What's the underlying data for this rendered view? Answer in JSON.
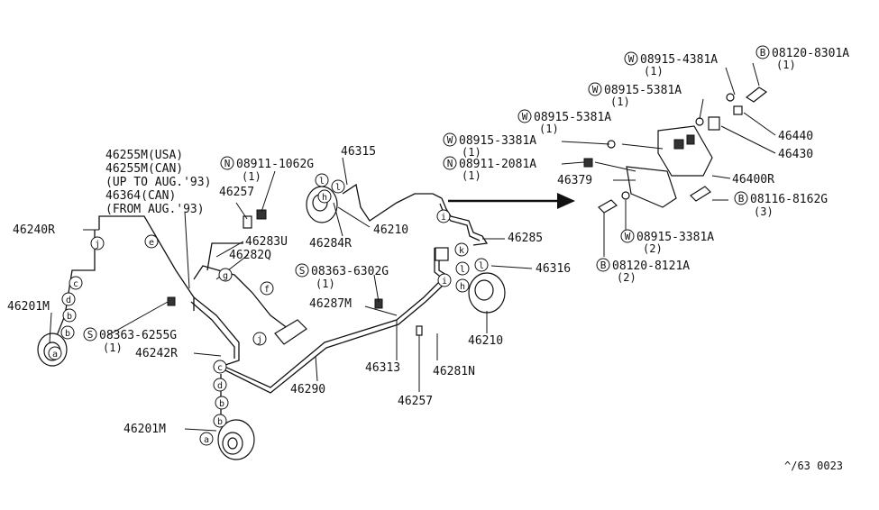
{
  "parts": {
    "p46255M_usa": "46255M(USA)",
    "p46255M_can": "46255M(CAN)",
    "p46255M_can_note": "(UP TO AUG.'93)",
    "p46364_can": "46364(CAN)",
    "p46364_can_note": "(FROM AUG.'93)",
    "p46240R": "46240R",
    "p46201M_top": "46201M",
    "p46201M_bottom": "46201M",
    "p46257_top": "46257",
    "p46257_bottom": "46257",
    "p46283U": "46283U",
    "p46282Q": "46282Q",
    "p46242R": "46242R",
    "p46315": "46315",
    "p46284R": "46284R",
    "p46210_top": "46210",
    "p46210_right": "46210",
    "p46285": "46285",
    "p46316": "46316",
    "p46287M": "46287M",
    "p46290": "46290",
    "p46313": "46313",
    "p46281N": "46281N",
    "p46379": "46379",
    "p46400R": "46400R",
    "p46440": "46440",
    "p46430": "46430"
  },
  "fasteners": {
    "n_08911_1062G": {
      "prefix": "N",
      "number": "08911-1062G",
      "qty": "(1)"
    },
    "s_08363_6255G": {
      "prefix": "S",
      "number": "08363-6255G",
      "qty": "(1)"
    },
    "s_08363_6302G": {
      "prefix": "S",
      "number": "08363-6302G",
      "qty": "(1)"
    },
    "w_08915_4381A": {
      "prefix": "W",
      "number": "08915-4381A",
      "qty": "(1)"
    },
    "b_08120_8301A": {
      "prefix": "B",
      "number": "08120-8301A",
      "qty": "(1)"
    },
    "w_08915_5381A_a": {
      "prefix": "W",
      "number": "08915-5381A",
      "qty": "(1)"
    },
    "w_08915_5381A_b": {
      "prefix": "W",
      "number": "08915-5381A",
      "qty": "(1)"
    },
    "w_08915_3381A_a": {
      "prefix": "W",
      "number": "08915-3381A",
      "qty": "(1)"
    },
    "n_08911_2081A": {
      "prefix": "N",
      "number": "08911-2081A",
      "qty": "(1)"
    },
    "b_08116_8162G": {
      "prefix": "B",
      "number": "08116-8162G",
      "qty": "(3)"
    },
    "w_08915_3381A_b": {
      "prefix": "W",
      "number": "08915-3381A",
      "qty": "(2)"
    },
    "b_08120_8121A": {
      "prefix": "B",
      "number": "08120-8121A",
      "qty": "(2)"
    }
  },
  "callouts": {
    "c_j1": "j",
    "c_e1": "e",
    "c_c1": "c",
    "c_d1": "d",
    "c_b1": "b",
    "c_b2": "b",
    "c_a1": "a",
    "c_g1": "g",
    "c_f1": "f",
    "c_j2": "j",
    "c_c2": "c",
    "c_d2": "d",
    "c_b3": "b",
    "c_b4": "b",
    "c_a2": "a",
    "c_l1": "l",
    "c_l2": "l",
    "c_h1": "h",
    "c_i1": "i",
    "c_k1": "k",
    "c_l3": "l",
    "c_l4": "l",
    "c_h2": "h",
    "c_i2": "i"
  },
  "footer_code": "^/63  0023"
}
